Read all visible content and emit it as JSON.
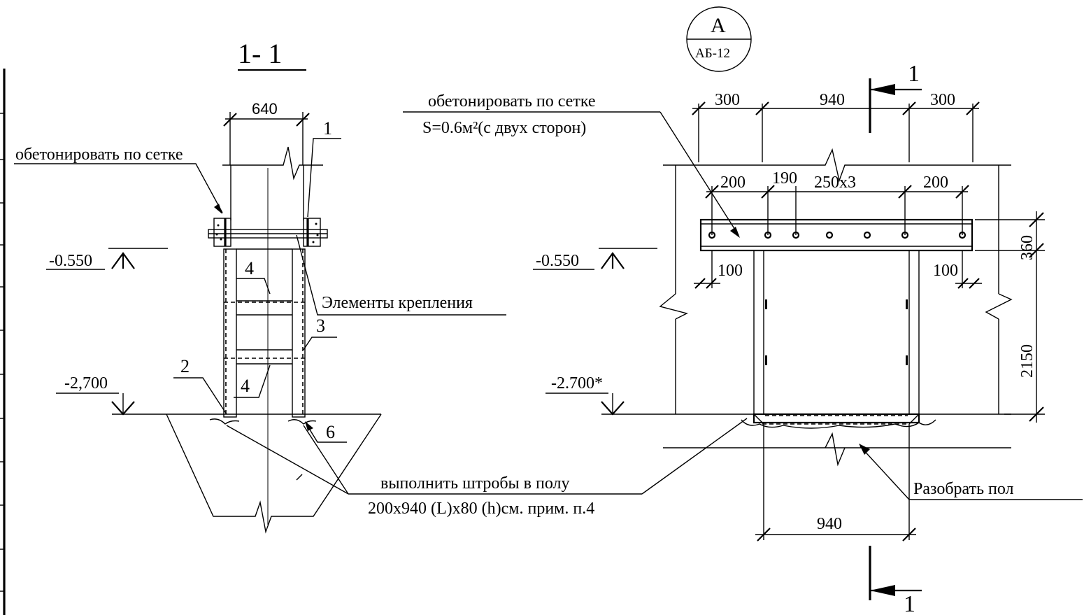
{
  "section": {
    "title": "1- 1",
    "dim_width": "640",
    "note_concrete": "обетонировать по сетке",
    "tag_1": "1",
    "tag_2": "2",
    "tag_3": "3",
    "tag_4a": "4",
    "tag_4b": "4",
    "tag_6": "6",
    "level_top": "-0.550",
    "level_bottom": "-2,700",
    "fasteners": "Элементы крепления"
  },
  "elevation": {
    "callout_letter": "А",
    "callout_sheet": "АБ-12",
    "section_mark_top": "1",
    "section_mark_bottom": "1",
    "note_concrete_line1": "обетонировать по сетке",
    "note_concrete_line2": "S=0.6м²(с двух сторон)",
    "dim_top": [
      "300",
      "940",
      "300"
    ],
    "dim_bolts": [
      "200",
      "190",
      "250х3",
      "200"
    ],
    "dim_edge_left": "100",
    "dim_edge_right": "100",
    "dim_beam_h": "360",
    "dim_opening_h": "2150",
    "dim_bottom": "940",
    "level_top": "-0.550",
    "level_bottom": "-2.700*",
    "floor_note": "Разобрать пол"
  },
  "shared": {
    "groove_line1": "выполнить штробы в полу",
    "groove_line2": "200х940 (L)х80 (h)см. прим. п.4"
  }
}
